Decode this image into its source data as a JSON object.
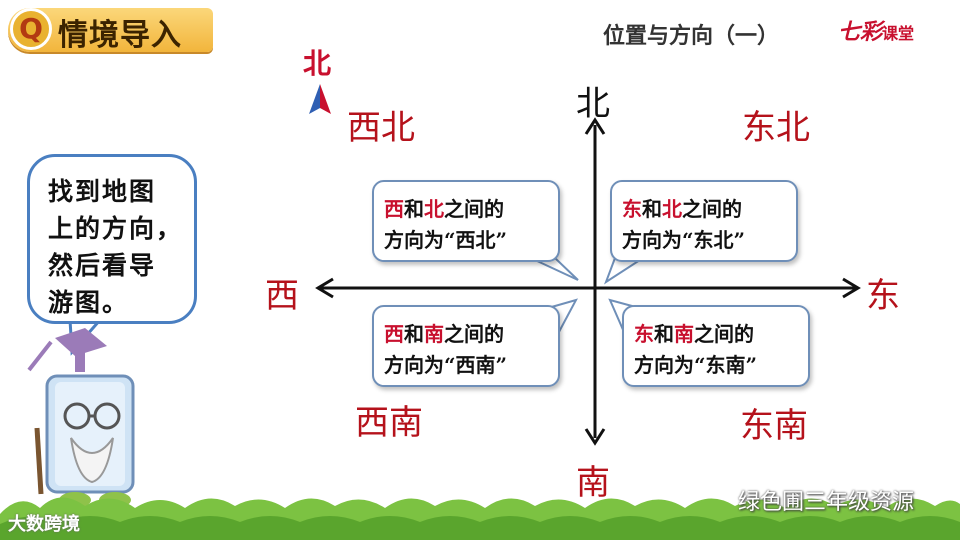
{
  "header": {
    "title": "情境导入",
    "badge_letter": "Q"
  },
  "lesson_title": "位置与方向（一）",
  "brand": {
    "main": "七彩",
    "sub": "课堂"
  },
  "compass": {
    "label": "北"
  },
  "directions": {
    "north": "北",
    "south": "南",
    "east": "东",
    "west": "西",
    "northwest": "西北",
    "northeast": "东北",
    "southwest": "西南",
    "southeast": "东南"
  },
  "bubbles": {
    "nw": {
      "a": "西",
      "and": "和",
      "b": "北",
      "rest1": "之间的",
      "line2": "方向为“西北”"
    },
    "ne": {
      "a": "东",
      "and": "和",
      "b": "北",
      "rest1": "之间的",
      "line2": "方向为“东北”"
    },
    "sw": {
      "a": "西",
      "and": "和",
      "b": "南",
      "rest1": "之间的",
      "line2": "方向为“西南”"
    },
    "se": {
      "a": "东",
      "and": "和",
      "b": "南",
      "rest1": "之间的",
      "line2": "方向为“东南”"
    }
  },
  "speech": {
    "line1": "找到地图",
    "line2": "上的方向，",
    "line3": "然后看导",
    "line4": "游图。"
  },
  "watermarks": {
    "right": "绿色圃三年级资源",
    "left": "大数跨境"
  },
  "colors": {
    "accent_red": "#c8102e",
    "badge_gold": "#f2b53c",
    "bubble_border": "#6f8fb8",
    "grass": "#7cc242"
  }
}
